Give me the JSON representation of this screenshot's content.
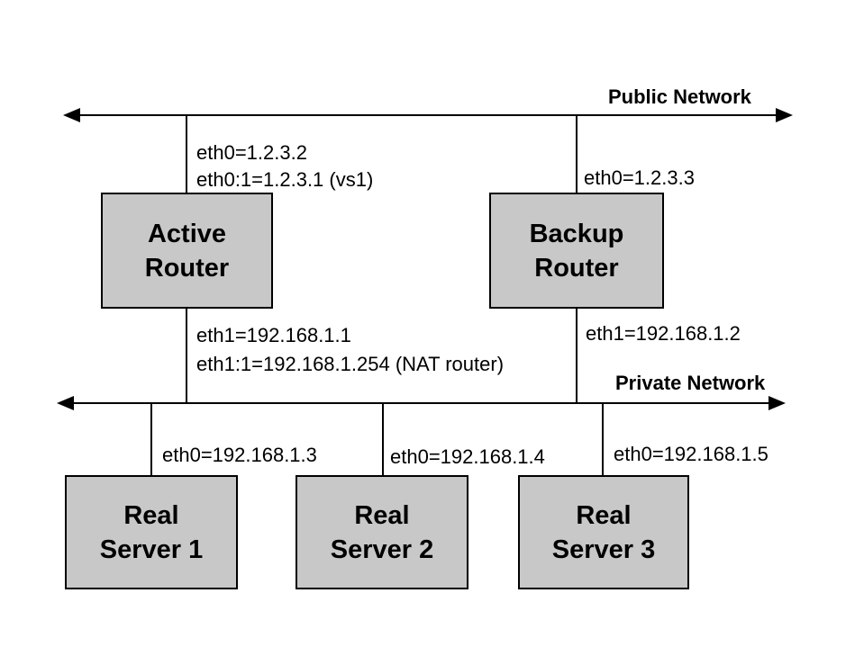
{
  "networks": {
    "public": {
      "label": "Public Network"
    },
    "private": {
      "label": "Private Network"
    }
  },
  "nodes": {
    "active_router": {
      "label": "Active\nRouter",
      "eth0": "eth0=1.2.3.2",
      "eth0_alias": "eth0:1=1.2.3.1 (vs1)",
      "eth1": "eth1=192.168.1.1",
      "eth1_alias": "eth1:1=192.168.1.254 (NAT router)"
    },
    "backup_router": {
      "label": "Backup\nRouter",
      "eth0": "eth0=1.2.3.3",
      "eth1": "eth1=192.168.1.2"
    },
    "real_server_1": {
      "label": "Real\nServer 1",
      "eth0": "eth0=192.168.1.3"
    },
    "real_server_2": {
      "label": "Real\nServer 2",
      "eth0": "eth0=192.168.1.4"
    },
    "real_server_3": {
      "label": "Real\nServer 3",
      "eth0": "eth0=192.168.1.5"
    }
  },
  "colors": {
    "node_fill": "#c8c8c8",
    "node_border": "#000000",
    "line": "#000000",
    "background": "#ffffff"
  }
}
